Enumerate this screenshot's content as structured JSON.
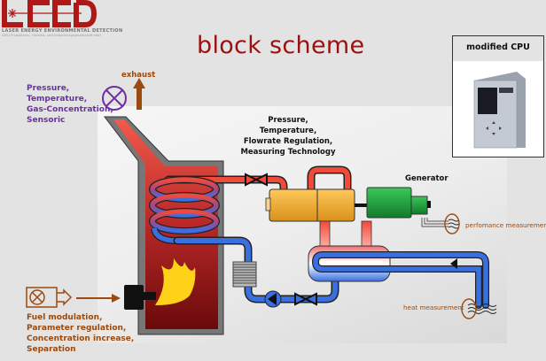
{
  "logo": {
    "brand": "LEED",
    "subtitle": "LASER ENERGY ENVIRONMENTAL DETECTION",
    "tagline": "LEED Produktions-, Handels- und Entwicklungsgesellschaft mbH",
    "color": "#b01818"
  },
  "title": "block scheme",
  "labels": {
    "sensor_params": [
      "Pressure,",
      "Temperature,",
      "Gas-Concentration,",
      "Sensoric"
    ],
    "exhaust": "exhaust",
    "measuring": [
      "Pressure,",
      "Temperature,",
      "Flowrate Regulation,",
      "Measuring Technology"
    ],
    "generator": "Generator",
    "performance": "perfomance measurement",
    "heat": "heat measurement",
    "fuel": [
      "Fuel modulation,",
      "Parameter regulation,",
      "Concentration increase,",
      "Separation"
    ]
  },
  "cpu": {
    "title": "modified CPU"
  },
  "colors": {
    "title": "#9b1010",
    "purple": "#6b2fa3",
    "brown": "#9b4a10",
    "hot_pipe": "#f04a3a",
    "cold_pipe": "#3a6fe0",
    "turbine": "#f0a830",
    "generator": "#1e9a3a",
    "flame": "#ffd21a"
  }
}
